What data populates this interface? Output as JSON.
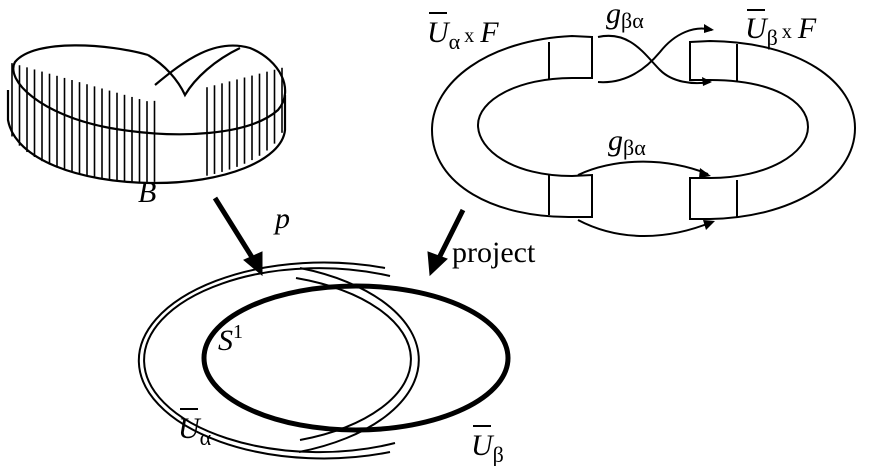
{
  "mobius": {
    "label": "B"
  },
  "arrow_p": {
    "label": "p"
  },
  "arrow_project": {
    "label": "project"
  },
  "circle": {
    "label": "S",
    "label_sup": "1"
  },
  "open_alpha": {
    "letter": "U",
    "sub": "α"
  },
  "open_beta": {
    "letter": "U",
    "sub": "β"
  },
  "chart_alpha": {
    "letter": "U",
    "sub": "α",
    "cross": "x",
    "fiber": "F"
  },
  "chart_beta": {
    "letter": "U",
    "sub": "β",
    "cross": "x",
    "fiber": "F"
  },
  "transition_top": {
    "letter": "g",
    "sub": "βα"
  },
  "transition_bottom": {
    "letter": "g",
    "sub": "βα"
  },
  "colors": {
    "ink": "#000000",
    "background": "#ffffff"
  }
}
